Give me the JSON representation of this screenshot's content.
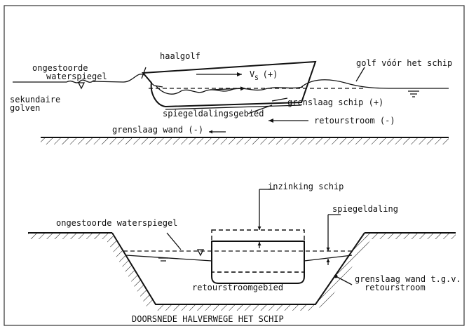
{
  "top_view": {
    "label_undisturbed": [
      "ongestoorde",
      "waterspiegel"
    ],
    "label_secondary": [
      "sekundaire",
      "golven"
    ],
    "label_bow_wave_pull": "haalgolf",
    "label_speed": "V",
    "label_speed_sub": "S",
    "label_speed_sign": "(+)",
    "label_front_wave": "golf vóór het schip",
    "label_ship_boundary": "grenslaag schip (+)",
    "label_drawdown_zone": "spiegeldalingsgebied",
    "label_return_current": "retourstroom (-)",
    "label_wall_boundary": "grenslaag wand (-)"
  },
  "cross_section": {
    "label_undisturbed": "ongestoorde waterspiegel",
    "label_squat": "inzinking schip",
    "label_drawdown": "spiegeldaling",
    "label_return_zone": "retourstroomgebied",
    "label_wall_boundary": [
      "grenslaag wand t.g.v.",
      "retourstroom"
    ],
    "caption": "DOORSNEDE HALVERWEGE HET SCHIP"
  }
}
